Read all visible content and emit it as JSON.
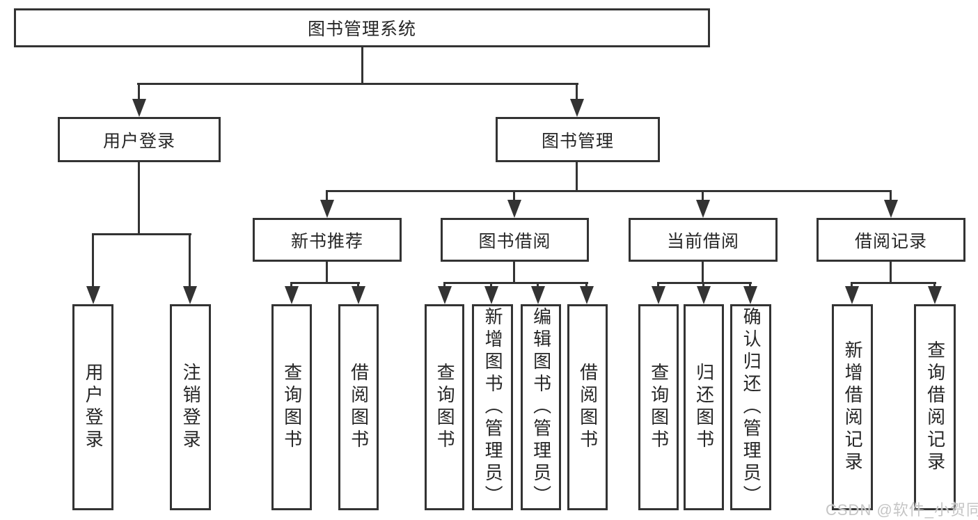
{
  "diagram": {
    "root": {
      "label": "图书管理系统"
    },
    "branches": [
      {
        "label": "用户登录",
        "children": [
          {
            "label": "用户登录"
          },
          {
            "label": "注销登录"
          }
        ]
      },
      {
        "label": "图书管理",
        "children": [
          {
            "label": "新书推荐",
            "children": [
              {
                "label": "查询图书"
              },
              {
                "label": "借阅图书"
              }
            ]
          },
          {
            "label": "图书借阅",
            "children": [
              {
                "label": "查询图书"
              },
              {
                "label": "新增图书（管理员）"
              },
              {
                "label": "编辑图书（管理员）"
              },
              {
                "label": "借阅图书"
              }
            ]
          },
          {
            "label": "当前借阅",
            "children": [
              {
                "label": "查询图书"
              },
              {
                "label": "归还图书"
              },
              {
                "label": "确认归还（管理员）"
              }
            ]
          },
          {
            "label": "借阅记录",
            "children": [
              {
                "label": "新增借阅记录"
              },
              {
                "label": "查询借阅记录"
              }
            ]
          }
        ]
      }
    ]
  },
  "watermark": {
    "text": "CSDN @软件_小贺同学"
  },
  "colors": {
    "line": "#333333",
    "text": "#262626",
    "background": "#ffffff",
    "watermark": "#c5c5c5"
  }
}
